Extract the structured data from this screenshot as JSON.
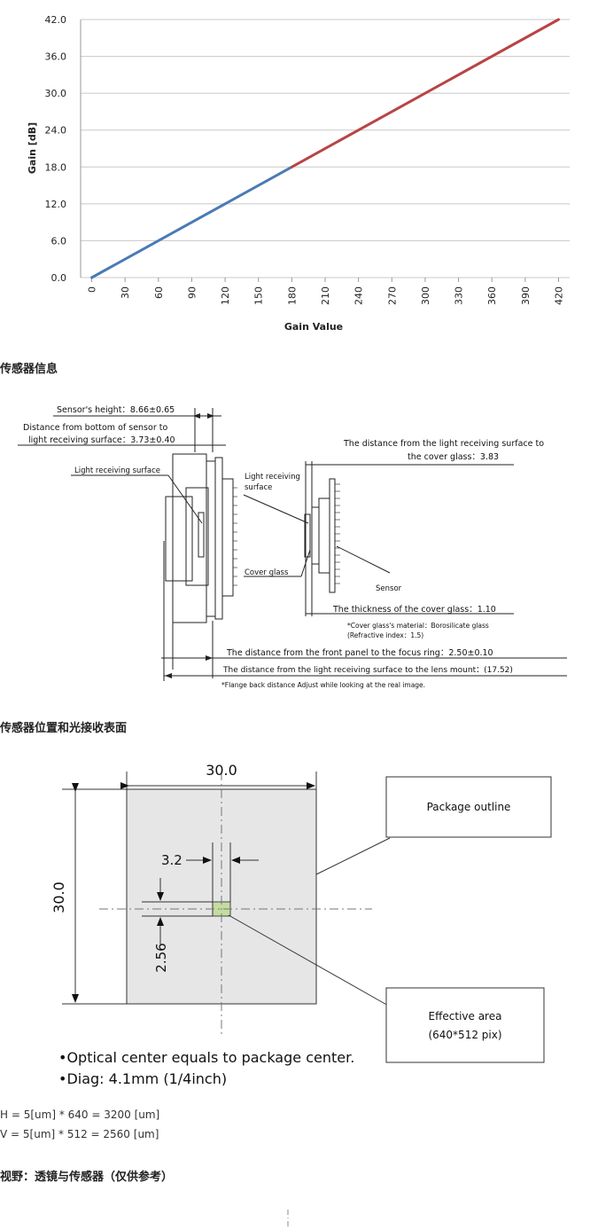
{
  "chart_data": {
    "type": "line",
    "xlabel": "Gain Value",
    "ylabel": "Gain [dB]",
    "xticks": [
      0,
      30,
      60,
      90,
      120,
      150,
      180,
      210,
      240,
      270,
      300,
      330,
      360,
      390,
      420
    ],
    "yticks": [
      "0.0",
      "6.0",
      "12.0",
      "18.0",
      "24.0",
      "30.0",
      "36.0",
      "42.0"
    ],
    "xlim": [
      -10,
      430
    ],
    "ylim": [
      0,
      42
    ],
    "grid": "horizontal",
    "series": [
      {
        "color": "#4a7ab5",
        "x": [
          0,
          180
        ],
        "y": [
          0.0,
          18.0
        ]
      },
      {
        "color": "#b84444",
        "x": [
          180,
          420
        ],
        "y": [
          18.0,
          42.0
        ]
      }
    ]
  },
  "headings": {
    "sensor_info": "传感器信息",
    "sensor_position": "传感器位置和光接收表面",
    "field_of_view": "视野：透镜与传感器（仅供参考）"
  },
  "formulas": {
    "h": "H = 5[um] * 640 = 3200 [um]",
    "v": "V = 5[um] * 512 = 2560 [um]"
  },
  "sensor_diagram": {
    "sensor_height": "Sensor's height：8.66±0.65",
    "distance_bottom_line1": "Distance from bottom of sensor to",
    "distance_bottom_line2": "light receiving surface：3.73±0.40",
    "light_surface_left": "Light receiving surface",
    "light_surface_right_line1": "Light receiving",
    "light_surface_right_line2": "surface",
    "cover_glass": "Cover glass",
    "sensor": "Sensor",
    "dist_to_cover_line1": "The distance from the light receiving surface to",
    "dist_to_cover_line2": "the cover glass：3.83",
    "cover_thickness": "The thickness of the cover glass：1.10",
    "cover_material_line1": "*Cover glass's material：Borosilicate glass",
    "cover_material_line2": "(Refractive index：1.5)",
    "front_panel": "The distance from the front panel to the focus ring：2.50±0.10",
    "lens_mount": "The distance from the light receiving surface to the lens mount：(17.52)",
    "flange_note": "*Flange back distance Adjust while looking at the real image."
  },
  "package_diagram": {
    "width": "30.0",
    "height": "30.0",
    "offset_x": "3.2",
    "offset_y": "2.56",
    "package_outline": "Package outline",
    "effective_area_line1": "Effective area",
    "effective_area_line2": "(640*512 pix)",
    "note1": "•Optical center equals to package center.",
    "note2": "•Diag: 4.1mm (1/4inch)"
  }
}
